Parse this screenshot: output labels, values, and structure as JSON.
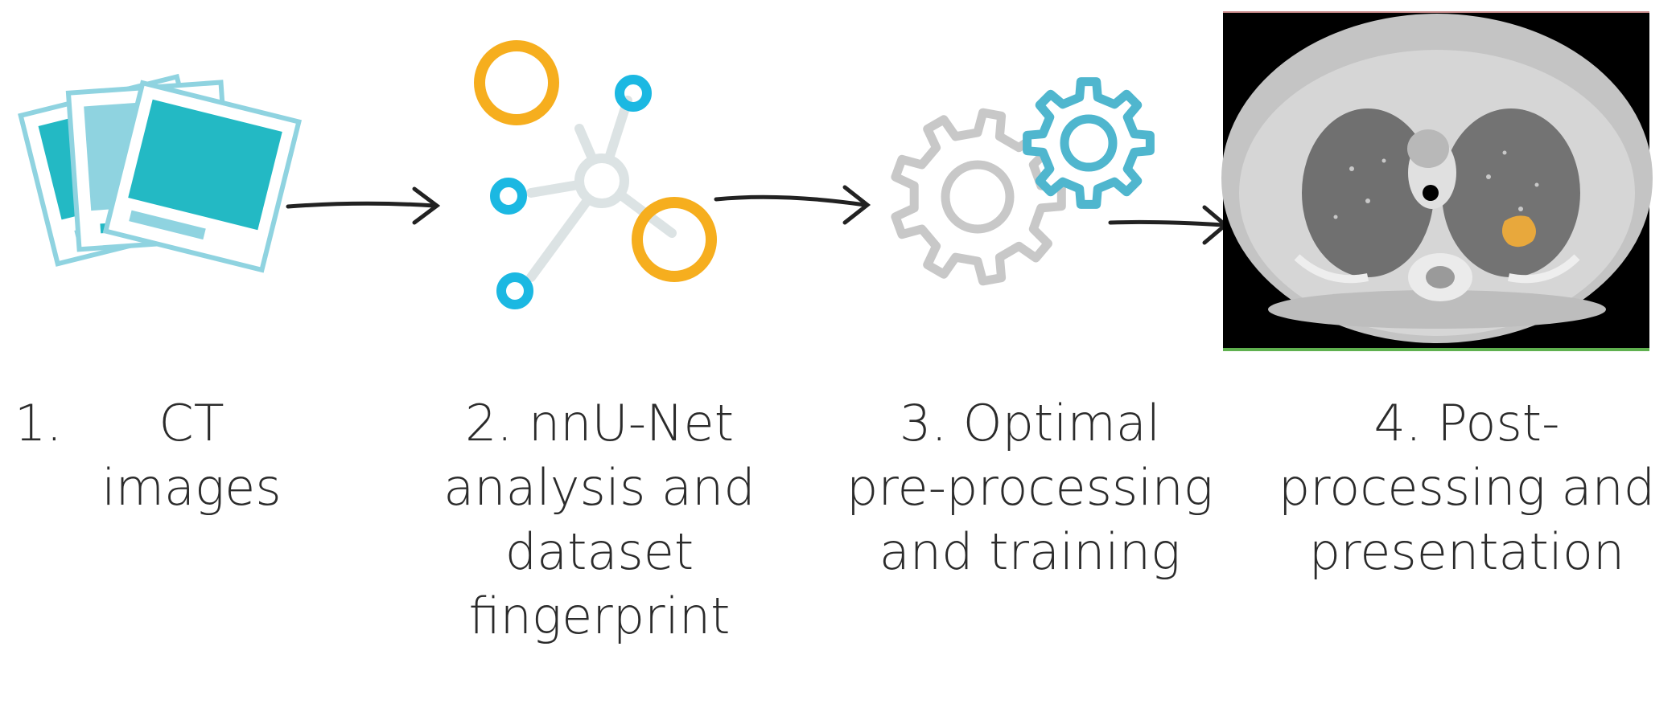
{
  "steps": [
    {
      "id": 1,
      "number": "1.",
      "line1": "CT",
      "line2": "images",
      "icon": "photo-stack-icon"
    },
    {
      "id": 2,
      "lines": [
        "2. nnU-Net",
        "analysis and",
        "dataset",
        "fingerprint"
      ],
      "icon": "network-nodes-icon"
    },
    {
      "id": 3,
      "lines": [
        "3. Optimal",
        "pre-processing",
        "and training"
      ],
      "icon": "gears-icon"
    },
    {
      "id": 4,
      "lines": [
        "4. Post-",
        "processing and",
        "presentation"
      ],
      "icon": "ct-scan-image"
    }
  ],
  "colors": {
    "teal": "#23B9C4",
    "light_teal": "#8FD3E0",
    "orange": "#F6AE1E",
    "blue": "#1BB8E2",
    "gray": "#C8C8C8",
    "node_gray": "#DCE3E4",
    "gear_blue": "#4FB6CE",
    "lesion": "#E8A83C",
    "text": "#2b2b2b"
  }
}
